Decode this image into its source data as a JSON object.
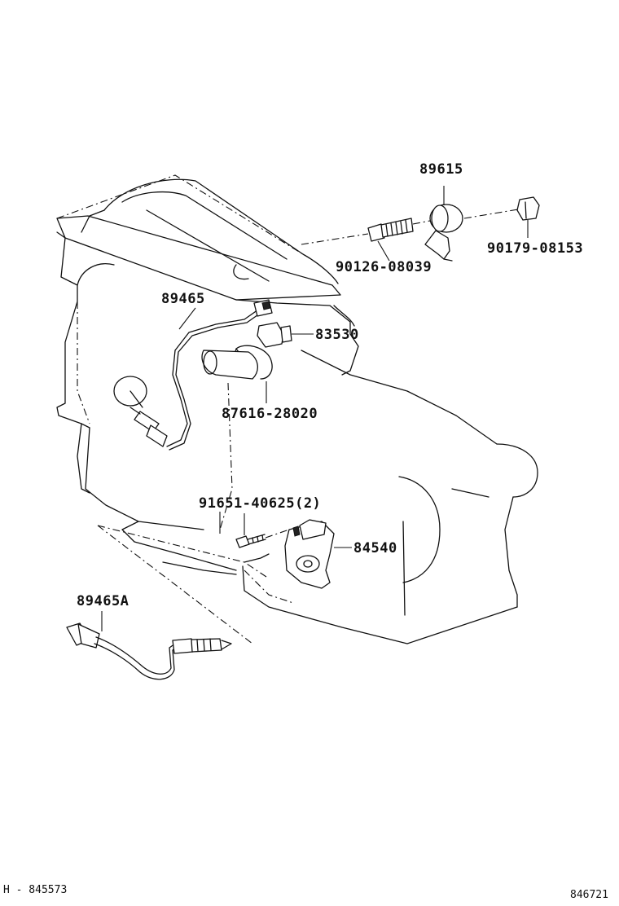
{
  "diagram": {
    "parts": [
      {
        "id": "p89615",
        "number": "89615"
      },
      {
        "id": "p90179",
        "number": "90179-08153"
      },
      {
        "id": "p90126",
        "number": "90126-08039"
      },
      {
        "id": "p89465",
        "number": "89465"
      },
      {
        "id": "p83530",
        "number": "83530"
      },
      {
        "id": "p87616",
        "number": "87616-28020"
      },
      {
        "id": "p91651",
        "number": "91651-40625(2)"
      },
      {
        "id": "p84540",
        "number": "84540"
      },
      {
        "id": "p89465A",
        "number": "89465A"
      }
    ]
  },
  "footer": {
    "left_code": "H - 845573",
    "right_code": "846721"
  }
}
